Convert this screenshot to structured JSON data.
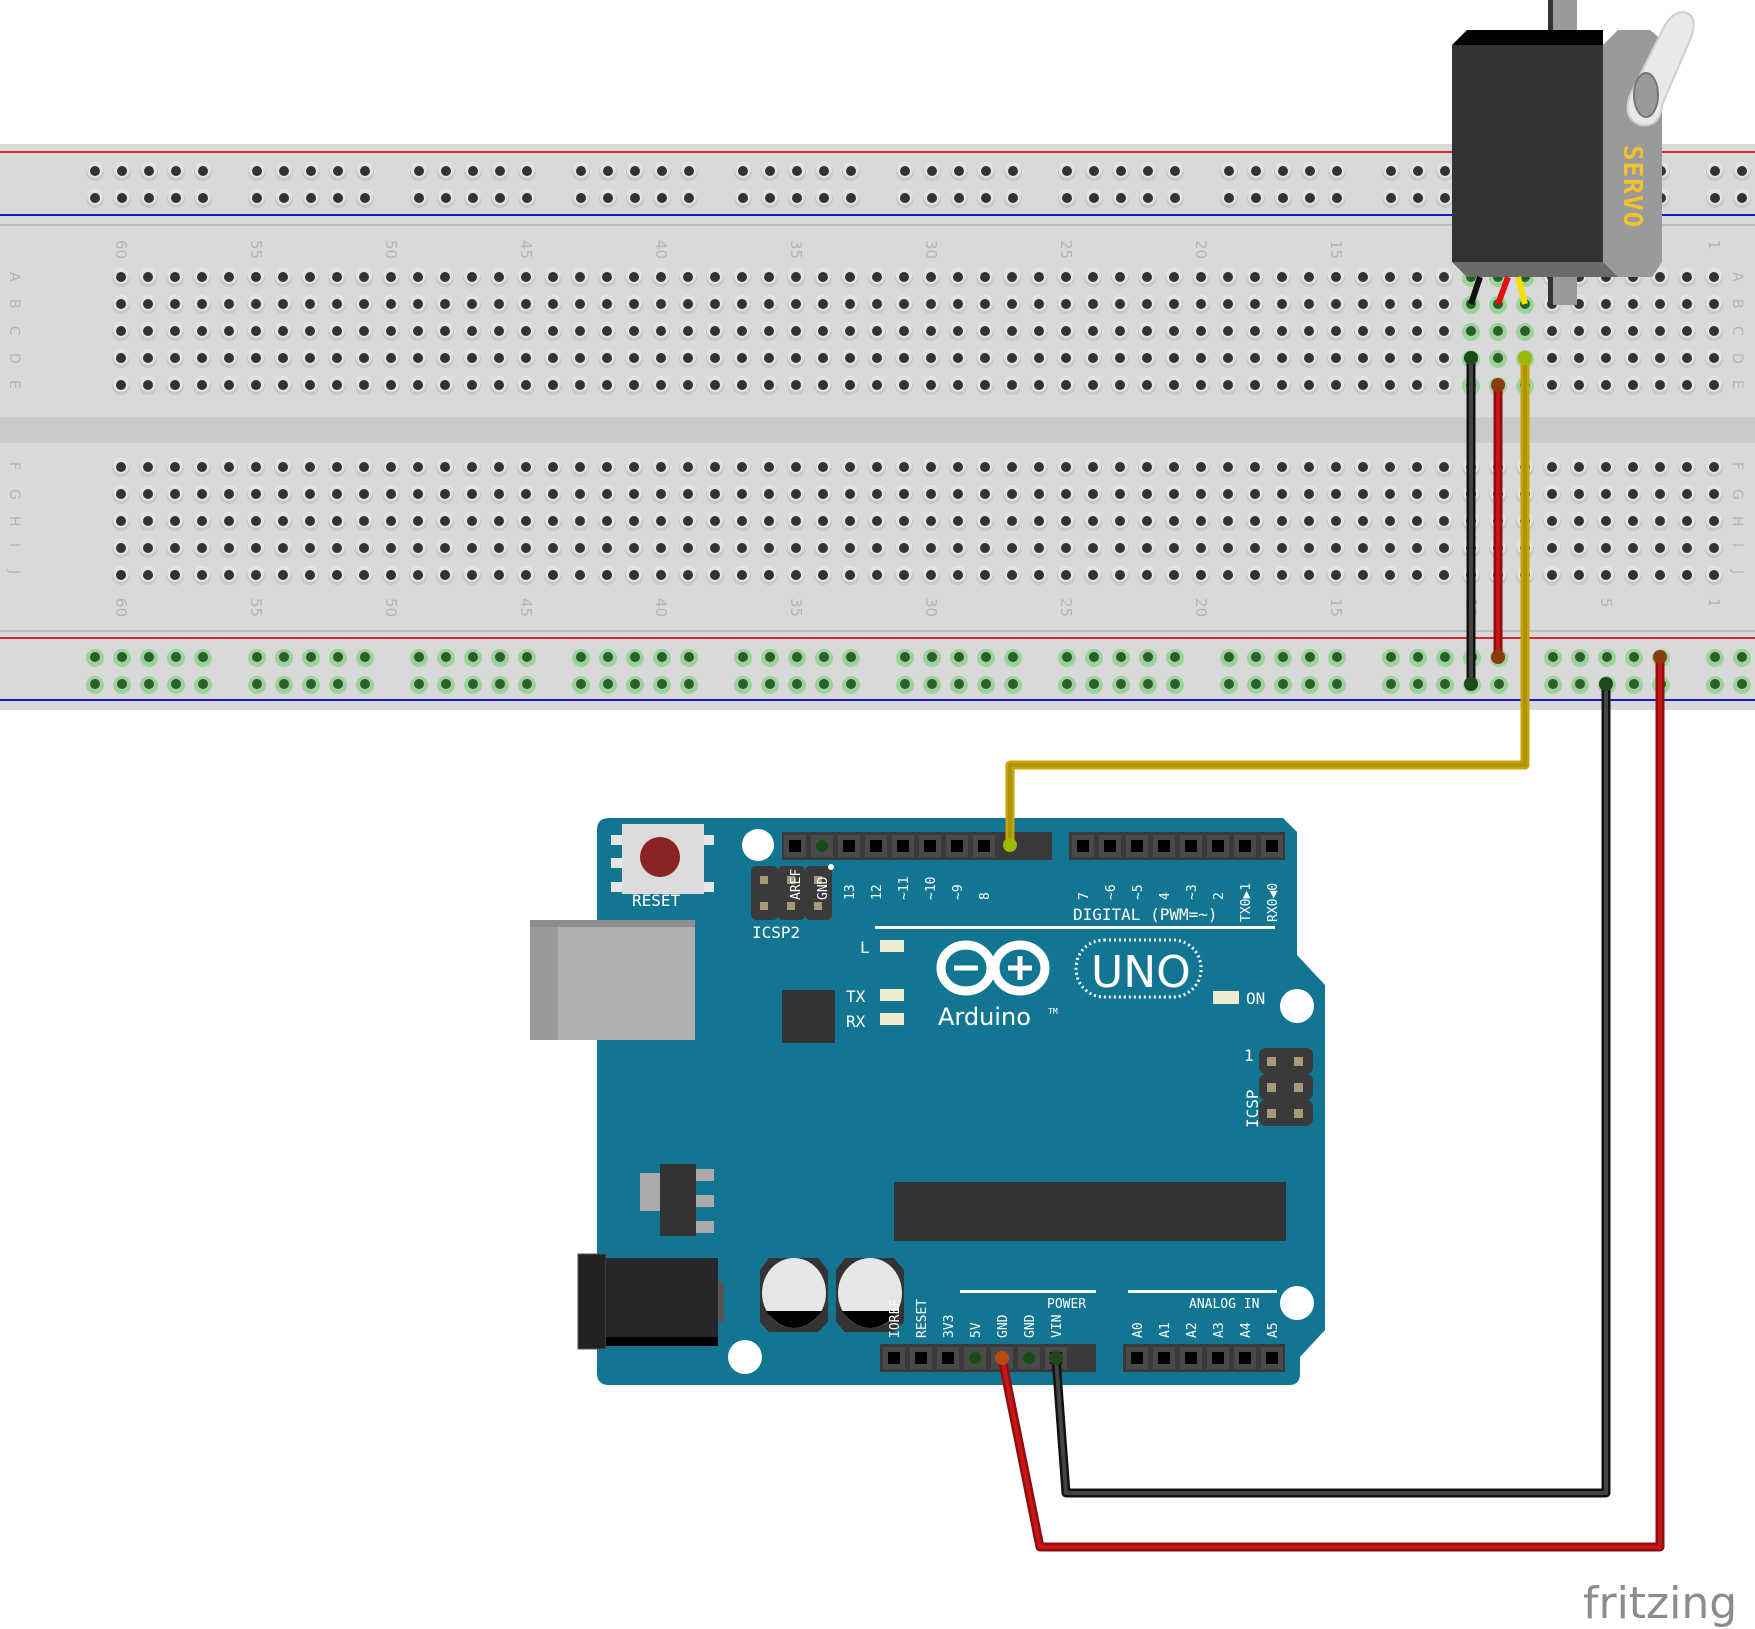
{
  "diagram": {
    "tool_watermark": "fritzing",
    "colors": {
      "breadboard": "#d9d9d9",
      "breadboard_channel": "#cbcbcb",
      "rail_red": "#d42a2a",
      "rail_blue": "#1a1acc",
      "hole": "#333333",
      "hole_ring": "#c8c8c8",
      "hole_connected": "#2a5e2a",
      "hole_connected_ring": "#9bd39b",
      "arduino_pcb": "#127693",
      "wire_black": "#404040",
      "wire_red": "#cc1414",
      "wire_yellow": "#c9a400",
      "servo_body": "#333333",
      "servo_side": "#9a9a9a",
      "servo_label": "#f2c12e"
    }
  },
  "breadboard": {
    "name": "Full-size breadboard",
    "columns_count": 60,
    "column_labels": [
      "60",
      "55",
      "50",
      "45",
      "40",
      "35",
      "30",
      "25",
      "20",
      "15",
      "10",
      "5",
      "1"
    ],
    "row_labels_top": [
      "A",
      "B",
      "C",
      "D",
      "E"
    ],
    "row_labels_bottom": [
      "F",
      "G",
      "H",
      "I",
      "J"
    ],
    "rail_groups": 11,
    "connected_columns_top": [
      8,
      9,
      10
    ],
    "connected_bottom_rails": true
  },
  "servo": {
    "label": "SERVO",
    "wires": [
      "black",
      "red",
      "yellow"
    ],
    "plugged_columns": [
      10,
      9,
      8
    ]
  },
  "arduino": {
    "model": "UNO",
    "brand": "Arduino",
    "trademark": "TM",
    "reset_label": "RESET",
    "icsp2_label": "ICSP2",
    "icsp_label": "ICSP",
    "icsp_pin1": "1",
    "led_labels": {
      "l": "L",
      "tx": "TX",
      "rx": "RX",
      "on": "ON"
    },
    "digital_header_label": "DIGITAL (PWM=~)",
    "digital_pins_left": [
      "AREF",
      "GND",
      "13",
      "12",
      "~11",
      "~10",
      "~9",
      "8"
    ],
    "digital_pins_right": [
      "7",
      "~6",
      "~5",
      "4",
      "~3",
      "2",
      "TX0▶1",
      "RX0◀0"
    ],
    "power_header_label": "POWER",
    "power_pins": [
      "IOREF",
      "RESET",
      "3V3",
      "5V",
      "GND",
      "GND",
      "VIN"
    ],
    "analog_header_label": "ANALOG IN",
    "analog_pins": [
      "A0",
      "A1",
      "A2",
      "A3",
      "A4",
      "A5"
    ]
  },
  "connections": [
    {
      "name": "signal-wire",
      "color": "yellow",
      "from": "Arduino pin ~9",
      "to": "Breadboard D8"
    },
    {
      "name": "servo-power-wire",
      "color": "red",
      "from": "Breadboard E9",
      "to": "Bottom + rail"
    },
    {
      "name": "servo-ground-wire",
      "color": "black",
      "from": "Breadboard D10",
      "to": "Bottom - rail"
    },
    {
      "name": "arduino-5v-wire",
      "color": "red",
      "from": "Arduino 5V",
      "to": "Bottom + rail"
    },
    {
      "name": "arduino-gnd-wire",
      "color": "black",
      "from": "Arduino GND",
      "to": "Bottom - rail"
    }
  ]
}
